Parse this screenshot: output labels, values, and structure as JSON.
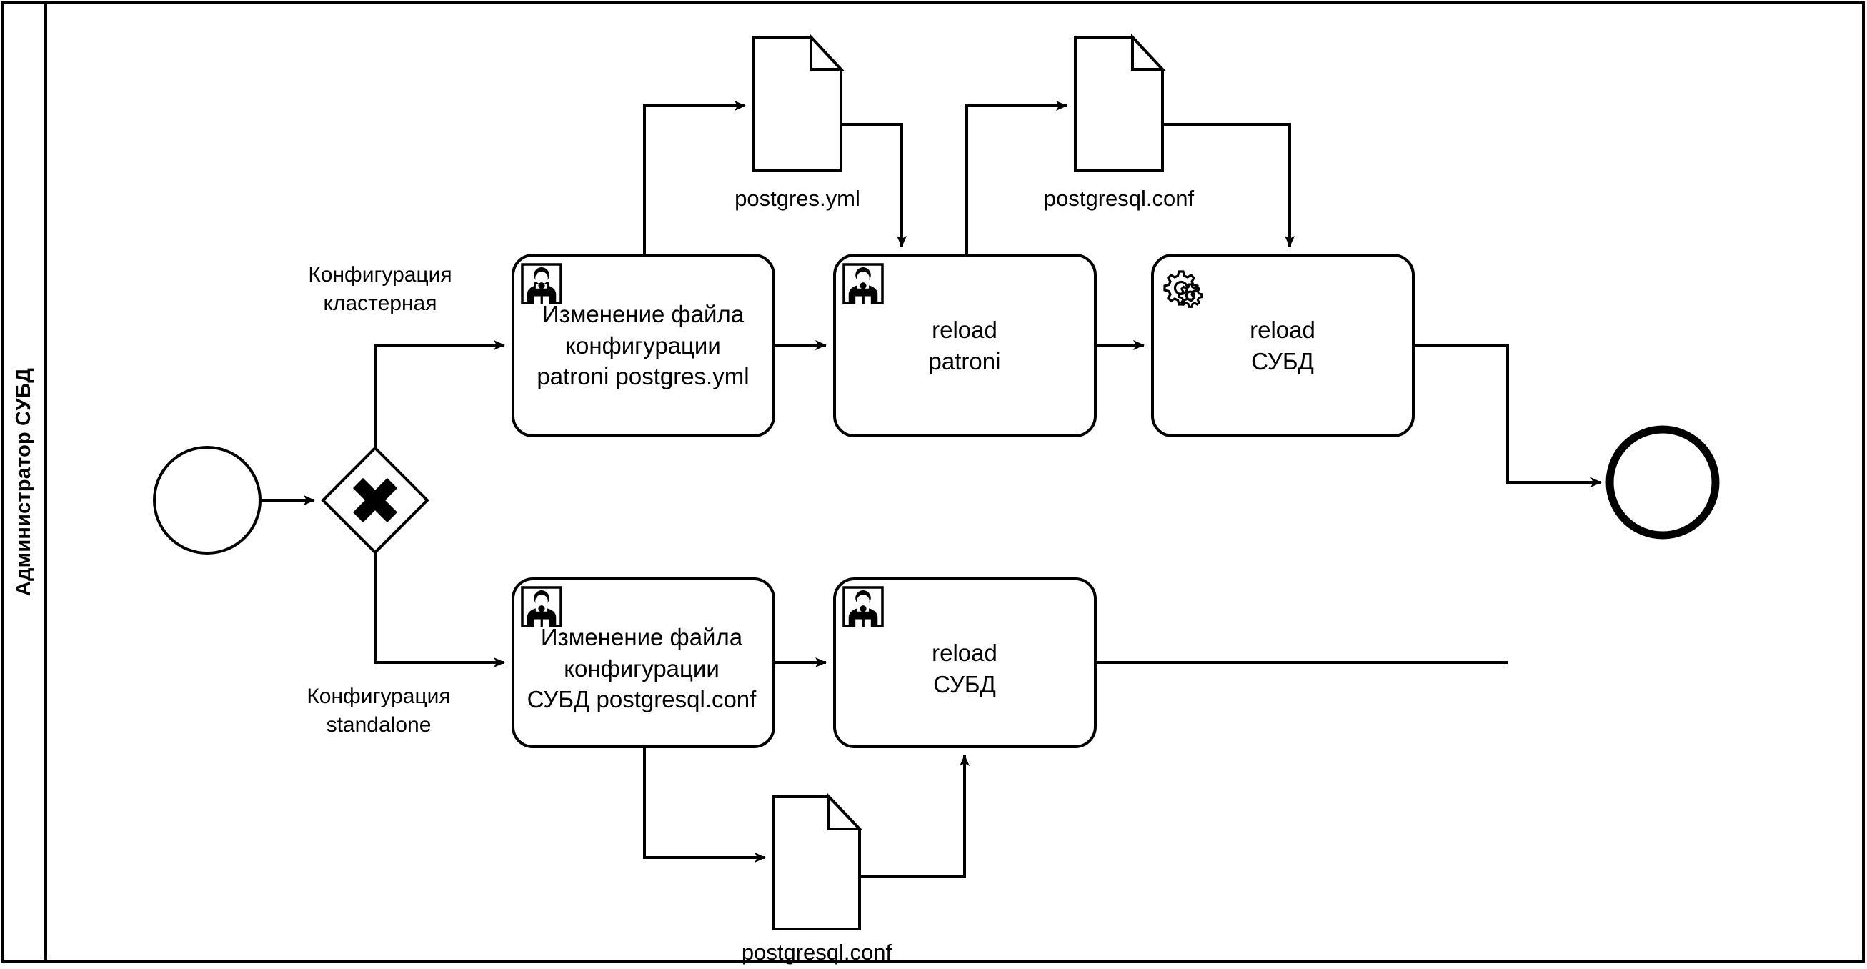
{
  "diagram": {
    "type": "bpmn-process",
    "pool": {
      "lane_title": "Администратор СУБД"
    },
    "events": {
      "start": {
        "name": "start-event",
        "label": ""
      },
      "end": {
        "name": "end-event",
        "label": ""
      }
    },
    "gateway": {
      "type": "exclusive",
      "symbol": "X",
      "label": ""
    },
    "flow_labels": {
      "cluster": "Конфигурация\nкластерная",
      "standalone": "Конфигурация\nstandalone"
    },
    "tasks": [
      {
        "id": "task-edit-patroni-config",
        "label": "Изменение файла\nконфигурации\npatroni postgres.yml",
        "icon": "user-icon",
        "marker": "user-task"
      },
      {
        "id": "task-reload-patroni",
        "label": "reload\npatroni",
        "icon": "user-icon",
        "marker": "user-task"
      },
      {
        "id": "task-reload-dbms-cluster",
        "label": "reload\nСУБД",
        "icon": "gear-icon",
        "marker": "service-task"
      },
      {
        "id": "task-edit-dbms-config",
        "label": "Изменение файла\nконфигурации\nСУБД postgresql.conf",
        "icon": "user-icon",
        "marker": "user-task"
      },
      {
        "id": "task-reload-dbms-standalone",
        "label": "reload\nСУБД",
        "icon": "user-icon",
        "marker": "user-task"
      }
    ],
    "data_objects": [
      {
        "id": "data-postgres-yml",
        "label": "postgres.yml"
      },
      {
        "id": "data-postgresql-conf-top",
        "label": "postgresql.conf"
      },
      {
        "id": "data-postgresql-conf-bottom",
        "label": "postgresql.conf"
      }
    ],
    "colors": {
      "stroke": "#000000",
      "fill": "#ffffff",
      "text": "#000000"
    }
  }
}
